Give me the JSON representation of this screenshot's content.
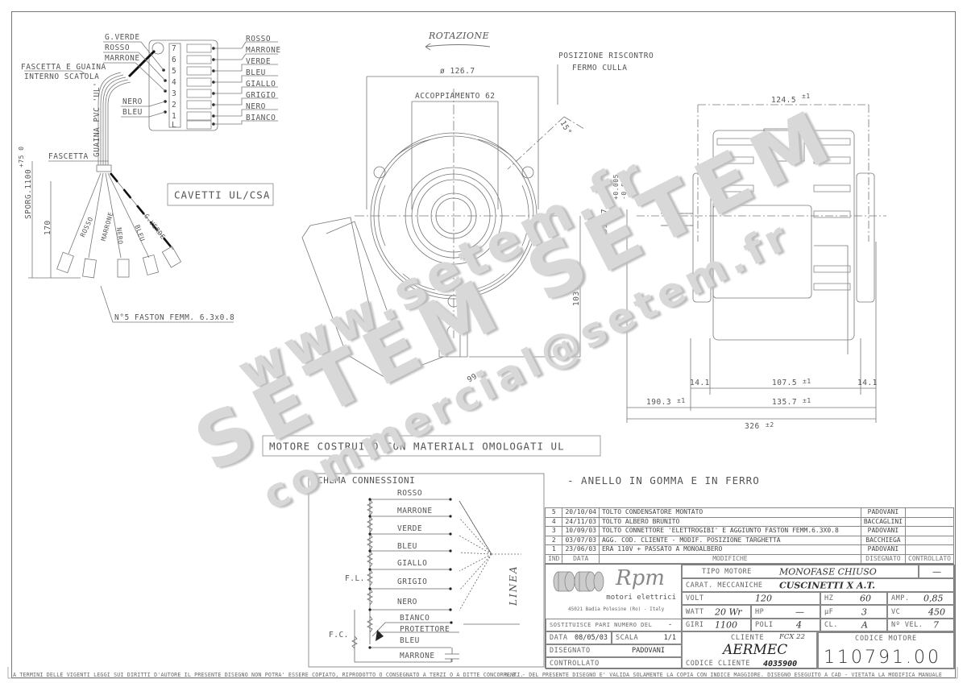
{
  "drawing": {
    "rotation_label": "ROTAZIONE",
    "position_note_line1": "POSIZIONE RISCONTRO",
    "position_note_line2": "FERMO CULLA",
    "front_view": {
      "diameter": "ø 126.7",
      "coupling": "ACCOPPIAMENTO 62",
      "angle": "15°",
      "height": "103.15",
      "diag": "99"
    },
    "shaft_dim": "ø12.7",
    "shaft_tol_plus": "+0.005",
    "shaft_tol_minus": "-0.006",
    "side_view": {
      "top_width": "124.5",
      "top_tol": "±1",
      "left_flange": "14.1",
      "body": "107.5",
      "body_tol": "±1",
      "right_flange": "14.1",
      "shaft_ext": "190.3",
      "shaft_ext_tol": "±1",
      "overall_body": "135.7",
      "overall_body_tol": "±1",
      "overall": "326",
      "overall_tol": "±2"
    },
    "ul_note": "MOTORE COSTRUITO CON MATERIALI OMOLOGATI UL",
    "ring_note": "- ANELLO IN GOMMA E IN FERRO"
  },
  "wiring": {
    "left_labels": [
      "G.VERDE",
      "ROSSO",
      "MARRONE"
    ],
    "left_lower_labels": [
      "NERO",
      "BLEU"
    ],
    "right_labels": [
      "ROSSO",
      "MARRONE",
      "VERDE",
      "BLEU",
      "GIALLO",
      "GRIGIO",
      "NERO",
      "BIANCO"
    ],
    "terminal_numbers": [
      "7",
      "6",
      "5",
      "4",
      "3",
      "2",
      "1",
      "L"
    ],
    "sleeve_note_line1": "FASCETTA E GUAINA",
    "sleeve_note_line2": "INTERNO SCATOLA",
    "sheath_label": "GUAINA PVC 'UL'",
    "clamp_label": "FASCETTA",
    "protrusion_label": "SPORG.1100",
    "protrusion_tol": "+75 0",
    "length_170": "170",
    "lead_labels": [
      "ROSSO",
      "MARRONE",
      "NERO",
      "BLEU",
      "G.VERDE"
    ],
    "faston_note": "N°5 FASTON FEMM. 6.3x0.8",
    "cable_box": "CAVETTI UL/CSA"
  },
  "schema": {
    "title": "SCHEMA CONNESSIONI",
    "wires": [
      "ROSSO",
      "MARRONE",
      "VERDE",
      "BLEU",
      "GIALLO",
      "GRIGIO",
      "NERO"
    ],
    "lower": [
      "BIANCO",
      "PROTETTORE",
      "BLEU",
      "MARRONE"
    ],
    "fl_label": "F.L.",
    "fc_label": "F.C.",
    "line_label": "LINEA"
  },
  "revisions": {
    "headers": [
      "IND",
      "DATA",
      "MODIFICHE",
      "DISEGNATO",
      "CONTROLLATO"
    ],
    "rows": [
      {
        "ind": "5",
        "date": "20/10/04",
        "desc": "TOLTO CONDENSATORE MONTATO",
        "by": "PADOVANI",
        "chk": ""
      },
      {
        "ind": "4",
        "date": "24/11/03",
        "desc": "TOLTO ALBERO BRUNITO",
        "by": "BACCAGLINI",
        "chk": ""
      },
      {
        "ind": "3",
        "date": "10/09/03",
        "desc": "TOLTO CONNETTORE 'ELETTROGIBI' E AGGIUNTO FASTON FEMM.6.3X0.8",
        "by": "PADOVANI",
        "chk": ""
      },
      {
        "ind": "2",
        "date": "03/07/03",
        "desc": "AGG. COD. CLIENTE - MODIF. POSIZIONE TARGHETTA",
        "by": "BACCHIEGA",
        "chk": ""
      },
      {
        "ind": "1",
        "date": "23/06/03",
        "desc": "ERA 110V + PASSATO A MONOALBERO",
        "by": "PADOVANI",
        "chk": ""
      }
    ]
  },
  "title_block": {
    "company": "Rpm",
    "company_sub": "motori elettrici",
    "address": "45021 Badia Polesine (Ro) - Italy",
    "tipo_motore_label": "TIPO MOTORE",
    "tipo_motore": "MONOFASE CHIUSO",
    "tipo_extra": "—",
    "carat_label": "CARAT. MECCANICHE",
    "carat": "CUSCINETTI X A.T.",
    "volt_label": "VOLT",
    "volt": "120",
    "hz_label": "HZ",
    "hz": "60",
    "amp_label": "AMP.",
    "amp": "0,85",
    "watt_label": "WATT",
    "watt": "20 Wr",
    "hp_label": "HP",
    "hp": "—",
    "uf_label": "μF",
    "uf": "3",
    "vc_label": "VC",
    "vc": "450",
    "giri_label": "GIRI",
    "giri": "1100",
    "poli_label": "POLI",
    "poli": "4",
    "cl_label": "CL.",
    "cl": "A",
    "vel_label": "Nº VEL.",
    "vel": "7",
    "sostituisce_label": "SOSTITUISCE PARI NUMERO DEL",
    "sostituisce": "-",
    "data_label": "DATA",
    "data": "08/05/03",
    "scala_label": "SCALA",
    "scala": "1/1",
    "disegnato_label": "DISEGNATO",
    "disegnato": "PADOVANI",
    "controllato_label": "CONTROLLATO",
    "cliente_label": "CLIENTE",
    "cliente_ref": "FCX 22",
    "cliente": "AERMEC",
    "codice_cliente_label": "CODICE CLIENTE",
    "codice_cliente": "4035900",
    "codice_motore_label": "CODICE MOTORE",
    "codice_motore": "110791.00"
  },
  "footer": {
    "left": "A TERMINI DELLE VIGENTI LEGGI SUI DIRITTI D'AUTORE IL PRESENTE DISEGNO NON POTRA' ESSERE COPIATO, RIPRODOTTO O CONSEGNATO A TERZI O A DITTE CONCORRENTI.",
    "right": "N.B. - DEL PRESENTE DISEGNO E' VALIDA SOLAMENTE LA COPIA CON INDICE MAGGIORE. DISEGNO ESEGUITO A CAD - VIETATA LA MODIFICA MANUALE"
  },
  "watermark": {
    "line1": "www.setem.fr",
    "line2": "SETEM SETEM",
    "line3": "commercial@setem.fr"
  }
}
